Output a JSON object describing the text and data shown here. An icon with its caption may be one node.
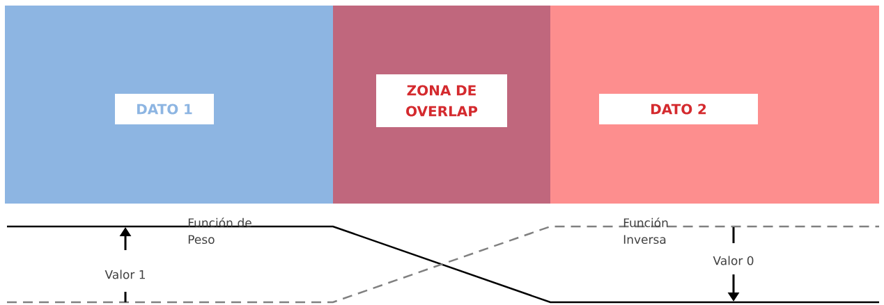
{
  "diagram": {
    "nodes": [
      {
        "text": [
          "DATO 1"
        ]
      },
      {
        "text": [
          "ZONA DE OVERLAP"
        ]
      },
      {
        "text": [
          "DATO 2"
        ]
      }
    ],
    "labels": [
      "Función de Peso",
      "Función Inversa",
      "Valor 1",
      "Valor 0"
    ]
  }
}
